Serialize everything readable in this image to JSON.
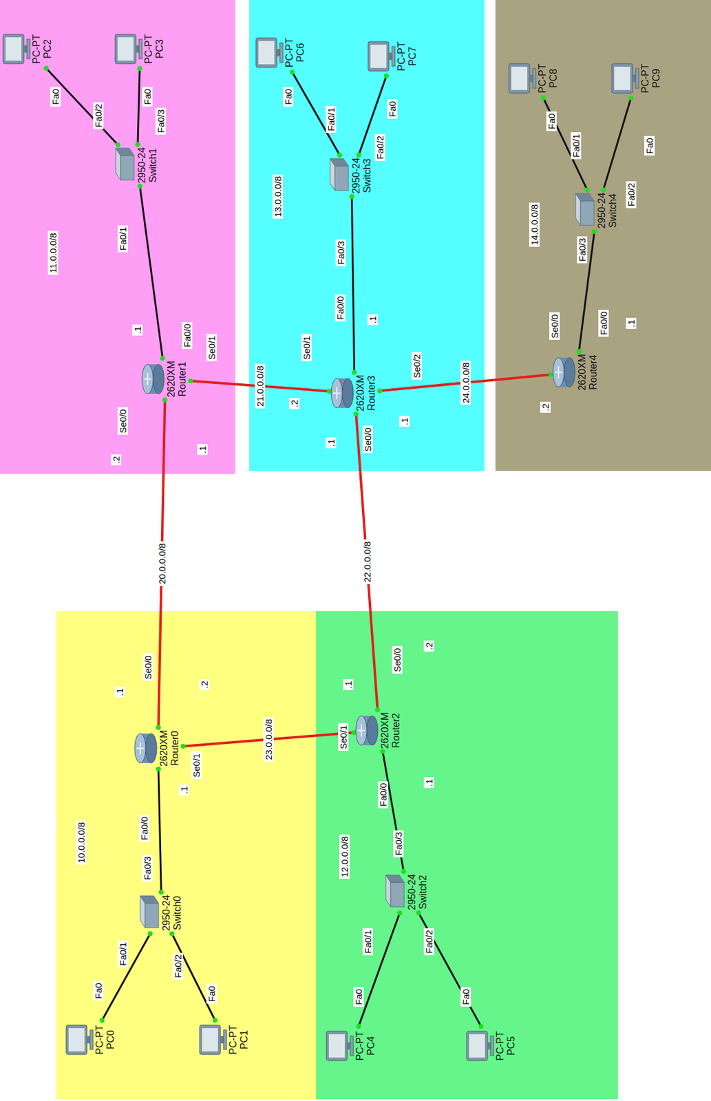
{
  "diagram": {
    "nodes": [
      {
        "text": [
          "PC-PT",
          "PC2"
        ]
      },
      {
        "text": [
          "PC-PT",
          "PC3"
        ]
      },
      {
        "text": [
          "2950-24",
          "Switch1"
        ]
      },
      {
        "text": [
          "2620XM",
          "Router1"
        ]
      },
      {
        "text": [
          "PC-PT",
          "PC6"
        ]
      },
      {
        "text": [
          "PC-PT",
          "PC7"
        ]
      },
      {
        "text": [
          "2950-24",
          "Switch3"
        ]
      },
      {
        "text": [
          "2620XM",
          "Router3"
        ]
      },
      {
        "text": [
          "PC-PT",
          "PC8"
        ]
      },
      {
        "text": [
          "PC-PT",
          "PC9"
        ]
      },
      {
        "text": [
          "2950-24",
          "Switch4"
        ]
      },
      {
        "text": [
          "2620XM",
          "Router4"
        ]
      },
      {
        "text": [
          "PC-PT",
          "PC0"
        ]
      },
      {
        "text": [
          "PC-PT",
          "PC1"
        ]
      },
      {
        "text": [
          "2950-24",
          "Switch0"
        ]
      },
      {
        "text": [
          "2620XM",
          "Router0"
        ]
      },
      {
        "text": [
          "PC-PT",
          "PC4"
        ]
      },
      {
        "text": [
          "PC-PT",
          "PC5"
        ]
      },
      {
        "text": [
          "2950-24",
          "Switch2"
        ]
      },
      {
        "text": [
          "2620XM",
          "Router2"
        ]
      }
    ],
    "edges": [
      {
        "from": 0,
        "to": 2,
        "arrow": "none"
      },
      {
        "from": 1,
        "to": 2,
        "arrow": "none"
      },
      {
        "from": 2,
        "to": 3,
        "arrow": "none"
      },
      {
        "from": 4,
        "to": 6,
        "arrow": "none"
      },
      {
        "from": 5,
        "to": 6,
        "arrow": "none"
      },
      {
        "from": 6,
        "to": 7,
        "arrow": "none"
      },
      {
        "from": 8,
        "to": 10,
        "arrow": "none"
      },
      {
        "from": 9,
        "to": 10,
        "arrow": "none"
      },
      {
        "from": 10,
        "to": 11,
        "arrow": "none"
      },
      {
        "from": 12,
        "to": 14,
        "arrow": "none"
      },
      {
        "from": 13,
        "to": 14,
        "arrow": "none"
      },
      {
        "from": 14,
        "to": 15,
        "arrow": "none"
      },
      {
        "from": 16,
        "to": 18,
        "arrow": "none"
      },
      {
        "from": 17,
        "to": 18,
        "arrow": "none"
      },
      {
        "from": 18,
        "to": 19,
        "arrow": "none"
      },
      {
        "from": 15,
        "to": 3,
        "label": "20.0.0.0/8",
        "arrow": "none"
      },
      {
        "from": 3,
        "to": 7,
        "label": "21.0.0.0/8",
        "arrow": "none"
      },
      {
        "from": 7,
        "to": 19,
        "label": "22.0.0.0/8",
        "arrow": "none"
      },
      {
        "from": 15,
        "to": 19,
        "label": "23.0.0.0/8",
        "arrow": "none"
      },
      {
        "from": 7,
        "to": 11,
        "label": "24.0.0.0/8",
        "arrow": "none"
      }
    ],
    "labels": [
      "11.0.0.0/8",
      "Fa0/1",
      "Fa0/2",
      "Fa0/3",
      "Fa0",
      "Fa0",
      ".1",
      "Fa0/0",
      "Se0/0",
      ".2",
      ".1",
      "Se0/1",
      "13.0.0.0/8",
      "Fa0/1",
      "Fa0",
      "Fa0",
      "Fa0/2",
      "Fa0/3",
      ".1",
      "Se0/1",
      ".2",
      "Fa0/0",
      "Se0/0",
      "Se0/2",
      ".1",
      ".1",
      "14.0.0.0/8",
      "Fa0/1",
      "Fa0/2",
      "Fa0/3",
      "Fa0",
      "Fa0",
      "Fa0/0",
      ".1",
      "Se0/0",
      ".2",
      "10.0.0.0/8",
      "Fa0/0",
      ".1",
      "Se0/0",
      ".1",
      ".2",
      "Se0/1",
      "Fa0/3",
      "Fa0/1",
      "Fa0/2",
      "Fa0",
      "Fa0",
      "12.0.0.0/8",
      "Fa0/0",
      ".1",
      "Se0/1",
      ".1",
      "Se0/0",
      ".2",
      "Fa0/3",
      "Fa0/1",
      "Fa0/2",
      "Fa0",
      "Fa0"
    ]
  }
}
